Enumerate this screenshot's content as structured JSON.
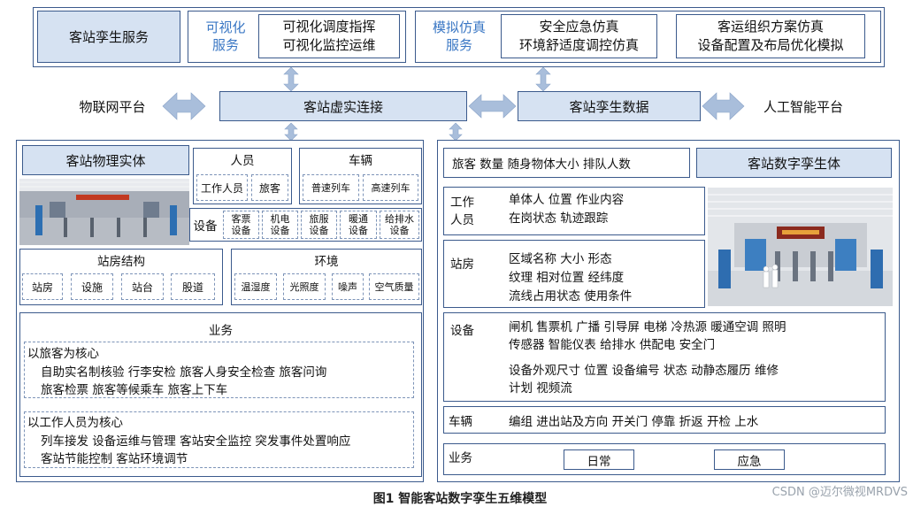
{
  "top": {
    "twin_service": "客站孪生服务",
    "vis_service": [
      "可视化",
      "服务"
    ],
    "vis_items": [
      "可视化调度指挥",
      "可视化监控运维"
    ],
    "sim_service": [
      "模拟仿真",
      "服务"
    ],
    "sim_items_a": [
      "安全应急仿真",
      "环境舒适度调控仿真"
    ],
    "sim_items_b": [
      "客运组织方案仿真",
      "设备配置及布局优化模拟"
    ]
  },
  "middle": {
    "iot": "物联网平台",
    "connect": "客站虚实连接",
    "twin_data": "客站孪生数据",
    "ai": "人工智能平台"
  },
  "physical": {
    "title": "客站物理实体",
    "personnel": {
      "title": "人员",
      "items": [
        "工作人员",
        "旅客"
      ]
    },
    "vehicle": {
      "title": "车辆",
      "items": [
        "普速列车",
        "高速列车"
      ]
    },
    "equipment": {
      "label": "设备",
      "items": [
        [
          "客票",
          "设备"
        ],
        [
          "机电",
          "设备"
        ],
        [
          "旅服",
          "设备"
        ],
        [
          "暖通",
          "设备"
        ],
        [
          "给排水",
          "设备"
        ]
      ]
    },
    "structure": {
      "title": "站房结构",
      "items": [
        "站房",
        "设施",
        "站台",
        "股道"
      ]
    },
    "environment": {
      "title": "环境",
      "items": [
        "温湿度",
        "光照度",
        "噪声",
        "空气质量"
      ]
    },
    "business": {
      "title": "业务",
      "passenger_core": "以旅客为核心",
      "passenger_lines": [
        "自助实名制核验 行李安检 旅客人身安全检查 旅客问询",
        "旅客检票 旅客等候乘车 旅客上下车"
      ],
      "staff_core": "以工作人员为核心",
      "staff_lines": [
        "列车接发 设备运维与管理 客站安全监控 突发事件处置响应",
        "客站节能控制 客站环境调节"
      ]
    }
  },
  "digital": {
    "title": "客站数字孪生体",
    "passenger_line": "旅客 数量 随身物体大小 排队人数",
    "staff": {
      "label": [
        "工作",
        "人员"
      ],
      "lines": [
        "单体人 位置 作业内容",
        "在岗状态 轨迹跟踪"
      ]
    },
    "station": {
      "label": "站房",
      "lines": [
        "区域名称 大小 形态",
        "纹理 相对位置 经纬度",
        "流线占用状态 使用条件"
      ]
    },
    "equipment": {
      "label": "设备",
      "lines": [
        "闸机 售票机 广播 引导屏 电梯 冷热源 暖通空调 照明",
        "传感器 智能仪表 给排水 供配电 安全门",
        "设备外观尺寸 位置 设备编号 状态 动静态履历 维修",
        "计划 视频流"
      ]
    },
    "vehicle": {
      "label": "车辆",
      "line": "编组 进出站及方向 开关门 停靠 折返 开检 上水"
    },
    "business": {
      "label": "业务",
      "daily": "日常",
      "emergency": "应急"
    }
  },
  "caption": "图1  智能客站数字孪生五维模型",
  "watermark": "CSDN @迈尔微视MRDVS",
  "colors": {
    "box_fill": "#d6e2f2",
    "border": "#3b5a8c",
    "arrow": "#a9bedb",
    "accent_text": "#3a77c4"
  }
}
